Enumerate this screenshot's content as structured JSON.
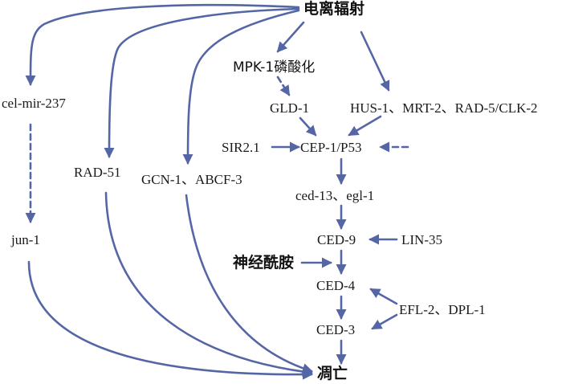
{
  "diagram": {
    "nodes": {
      "ionizing_radiation": "电离辐射",
      "mpk1_phos": "MPK-1磷酸化",
      "gld1": "GLD-1",
      "hus1_group": "HUS-1、MRT-2、RAD-5/CLK-2",
      "sir21": "SIR2.1",
      "cep1_p53": "CEP-1/P53",
      "cel_mir_237": "cel-mir-237",
      "rad51": "RAD-51",
      "gcn1_abcf3": "GCN-1、ABCF-3",
      "ced13_egl1": "ced-13、egl-1",
      "jun1": "jun-1",
      "ced9": "CED-9",
      "lin35": "LIN-35",
      "neurotransmitter": "神经酰胺",
      "ced4": "CED-4",
      "efl2_dpl1": "EFL-2、DPL-1",
      "ced3": "CED-3",
      "apoptosis": "凋亡"
    },
    "colors": {
      "arrow": "#5566a6",
      "text": "#1a1a1a"
    },
    "edges": [
      {
        "from": "ionizing_radiation",
        "to": "cel_mir_237",
        "style": "solid"
      },
      {
        "from": "ionizing_radiation",
        "to": "rad51",
        "style": "solid"
      },
      {
        "from": "ionizing_radiation",
        "to": "gcn1_abcf3",
        "style": "solid"
      },
      {
        "from": "ionizing_radiation",
        "to": "mpk1_phos",
        "style": "solid"
      },
      {
        "from": "ionizing_radiation",
        "to": "hus1_group",
        "style": "solid"
      },
      {
        "from": "mpk1_phos",
        "to": "gld1",
        "style": "dashed"
      },
      {
        "from": "gld1",
        "to": "cep1_p53",
        "style": "solid"
      },
      {
        "from": "hus1_group",
        "to": "cep1_p53",
        "style": "solid"
      },
      {
        "from": "sir21",
        "to": "cep1_p53",
        "style": "solid"
      },
      {
        "from": "unlabeled_input",
        "to": "cep1_p53",
        "style": "dashed"
      },
      {
        "from": "cep1_p53",
        "to": "ced13_egl1",
        "style": "solid"
      },
      {
        "from": "ced13_egl1",
        "to": "ced9",
        "style": "solid"
      },
      {
        "from": "lin35",
        "to": "ced9",
        "style": "solid"
      },
      {
        "from": "ced9",
        "to": "ced4",
        "style": "solid"
      },
      {
        "from": "neurotransmitter",
        "to": "ced4",
        "style": "solid"
      },
      {
        "from": "efl2_dpl1",
        "to": "ced4",
        "style": "solid"
      },
      {
        "from": "efl2_dpl1",
        "to": "ced3",
        "style": "solid"
      },
      {
        "from": "ced4",
        "to": "ced3",
        "style": "solid"
      },
      {
        "from": "ced3",
        "to": "apoptosis",
        "style": "solid"
      },
      {
        "from": "cel_mir_237",
        "to": "jun1",
        "style": "dashed"
      },
      {
        "from": "jun1",
        "to": "apoptosis",
        "style": "solid"
      },
      {
        "from": "rad51",
        "to": "apoptosis",
        "style": "solid"
      },
      {
        "from": "gcn1_abcf3",
        "to": "apoptosis",
        "style": "solid"
      }
    ]
  }
}
